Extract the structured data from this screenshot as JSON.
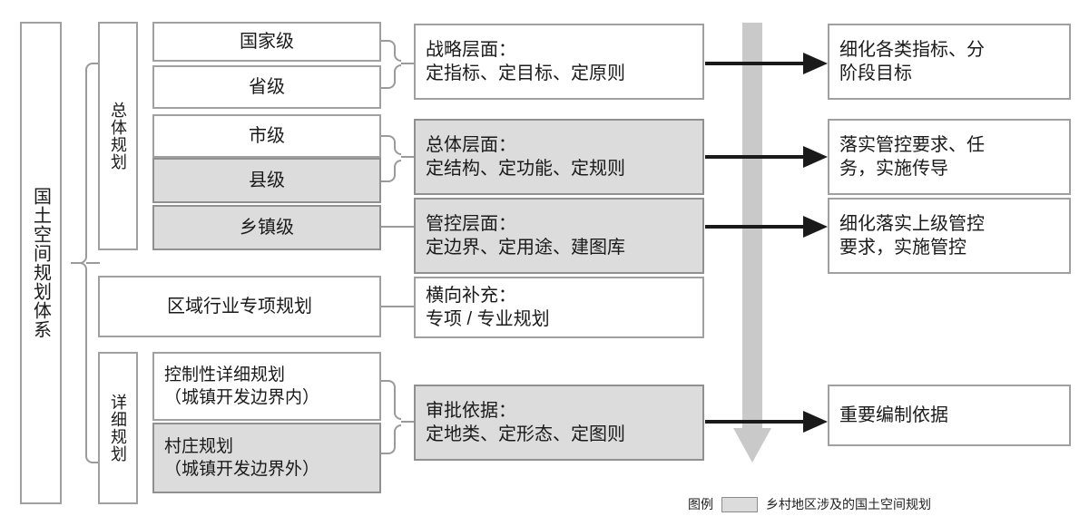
{
  "diagram": {
    "root_label": "国土空间规划体系",
    "groups": {
      "overall": "总体规划",
      "detailed": "详细规划"
    },
    "levels": [
      {
        "label": "国家级",
        "shaded": false
      },
      {
        "label": "省级",
        "shaded": false
      },
      {
        "label": "市级",
        "shaded": false
      },
      {
        "label": "县级",
        "shaded": true
      },
      {
        "label": "乡镇级",
        "shaded": true
      }
    ],
    "regional": {
      "label": "区域行业专项规划",
      "shaded": false
    },
    "detailed_plans": [
      {
        "label": "控制性详细规划\n（城镇开发边界内）",
        "shaded": false
      },
      {
        "label": "村庄规划\n（城镇开发边界外）",
        "shaded": true
      }
    ],
    "aspects": [
      {
        "label": "战略层面：\n定指标、定目标、定原则",
        "shaded": false
      },
      {
        "label": "总体层面：\n定结构、定功能、定规则",
        "shaded": true
      },
      {
        "label": "管控层面：\n定边界、定用途、建图库",
        "shaded": true
      },
      {
        "label": "横向补充：\n专项 / 专业规划",
        "shaded": false
      },
      {
        "label": "审批依据：\n定地类、定形态、定图则",
        "shaded": true
      }
    ],
    "outcomes": [
      {
        "label": "细化各类指标、分\n阶段目标"
      },
      {
        "label": "落实管控要求、任\n务，实施传导"
      },
      {
        "label": "细化落实上级管控\n要求，实施管控"
      },
      {
        "label": "重要编制依据"
      }
    ],
    "legend": {
      "title": "图例",
      "text": "乡村地区涉及的国土空间规划",
      "swatch_color": "#dcdcdc"
    },
    "colors": {
      "box_border": "#a0a0a0",
      "shaded_fill": "#dcdcdc",
      "brace": "#9a9a9a",
      "arrow": "#1a1a1a",
      "flow_arrow": "#c9c9c9"
    }
  }
}
